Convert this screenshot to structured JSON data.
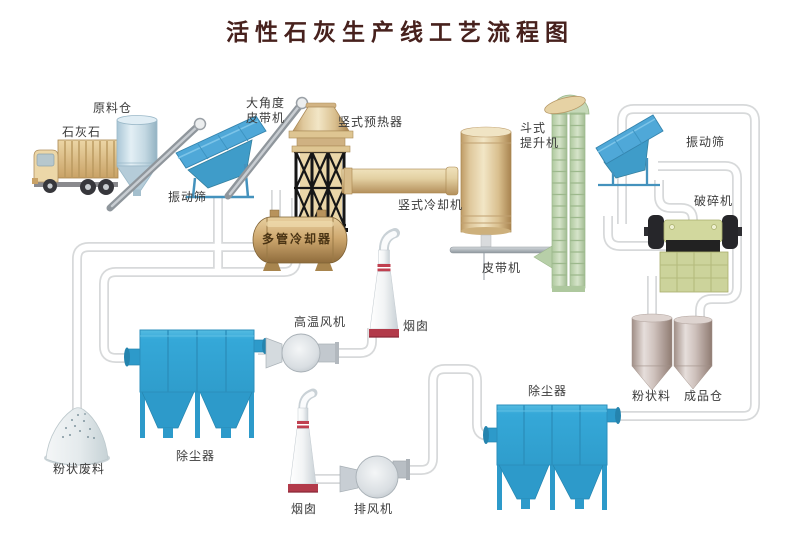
{
  "title": "活性石灰生产线工艺流程图",
  "diagram_type": "process-flow-diagram",
  "labels": {
    "limestone": "石灰石",
    "raw_silo": "原料仓",
    "vib_screen_left": "振动筛",
    "big_angle_belt": "大角度\n皮带机",
    "preheater": "竖式预热器",
    "multi_tube_cooler": "多管冷却器",
    "vertical_cooler": "竖式冷却机",
    "bucket_elevator": "斗式\n提升机",
    "belt_conveyor": "皮带机",
    "vib_screen_right": "振动筛",
    "crusher": "破碎机",
    "powder_material": "粉状料",
    "product_silo": "成品仓",
    "ht_fan": "高温风机",
    "chimney_1": "烟囱",
    "dust_collector_1": "除尘器",
    "powder_waste": "粉状废料",
    "chimney_2": "烟囱",
    "exhaust_fan": "排风机",
    "dust_collector_2": "除尘器"
  },
  "colors": {
    "title_text": "#47211d",
    "label_text": "#3a3a3a",
    "pipe_outline": "#d7d9da",
    "pipe_fill": "#ffffff",
    "equipment_tan": "#d9c294",
    "cooler_khaki": "#cfa970",
    "dust_collector_blue": "#35a8d8",
    "screen_blue": "#4fa8d8",
    "elevator_green": "#c5d8b8",
    "crusher_olive": "#ccd39b",
    "silo_pink_gray": "#cfc2bd",
    "chimney_red": "#b23a4a",
    "fan_gray": "#d9dee2"
  }
}
